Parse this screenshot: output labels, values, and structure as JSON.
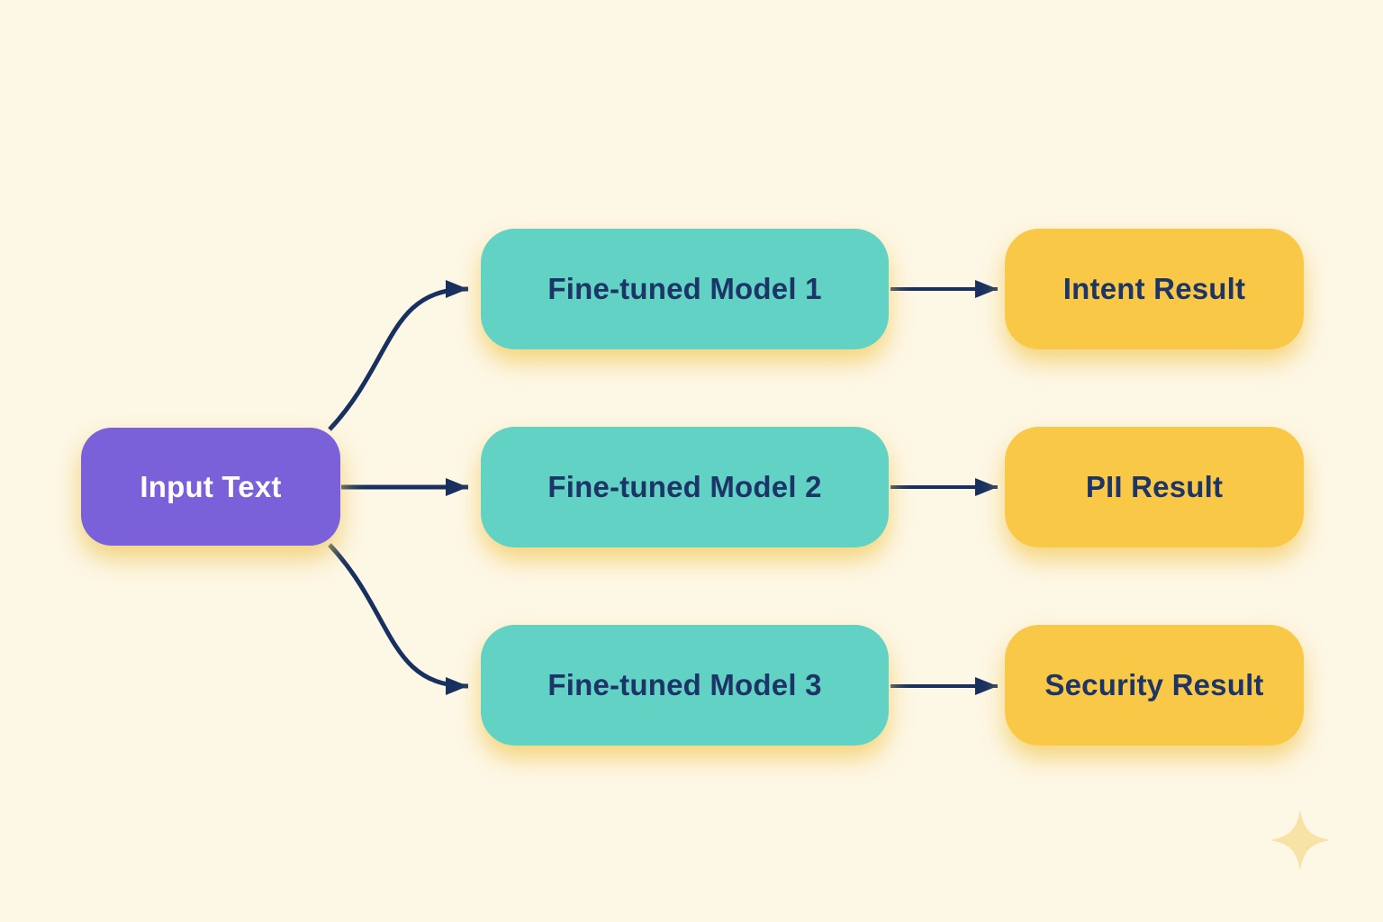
{
  "diagram": {
    "background_color": "#fdf7e6",
    "input": {
      "label": "Input Text",
      "fill_color": "#7a61da",
      "text_color": "#ffffff"
    },
    "models": [
      {
        "label": "Fine-tuned Model 1"
      },
      {
        "label": "Fine-tuned Model 2"
      },
      {
        "label": "Fine-tuned Model 3"
      }
    ],
    "model_fill_color": "#61d2c4",
    "results": [
      {
        "label": "Intent Result"
      },
      {
        "label": "PII Result"
      },
      {
        "label": "Security Result"
      }
    ],
    "result_fill_color": "#f9c846",
    "node_text_color": "#1d3566",
    "arrow_color": "#17305f",
    "icons": [
      {
        "name": "sparkle-icon",
        "color": "#f7e3a6"
      }
    ]
  }
}
